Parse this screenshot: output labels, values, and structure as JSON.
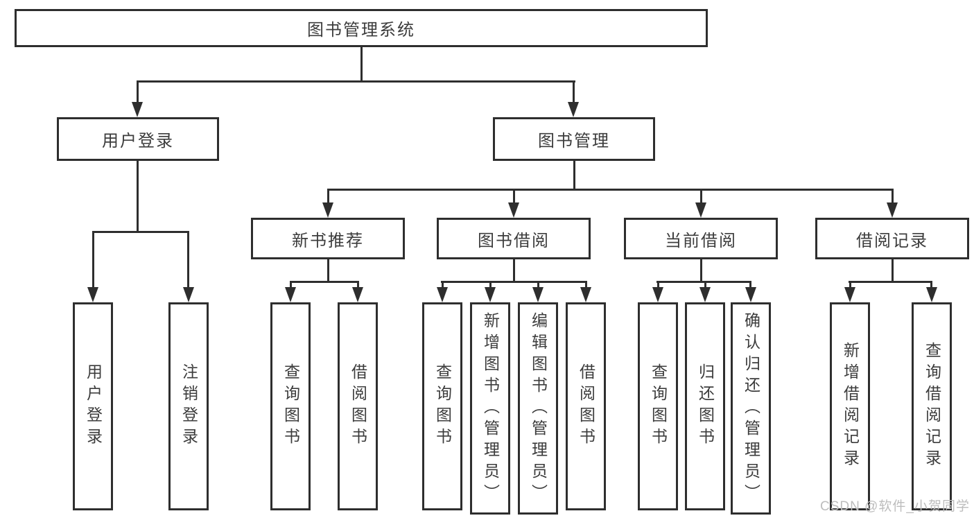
{
  "diagram": {
    "root": {
      "label": "图书管理系统"
    },
    "level2": [
      {
        "label": "用户登录",
        "children": [
          {
            "label": "用户登录"
          },
          {
            "label": "注销登录"
          }
        ]
      },
      {
        "label": "图书管理",
        "children": [
          {
            "label": "新书推荐",
            "children": [
              {
                "label": "查询图书"
              },
              {
                "label": "借阅图书"
              }
            ]
          },
          {
            "label": "图书借阅",
            "children": [
              {
                "label": "查询图书"
              },
              {
                "label": "新增图书（管理员）"
              },
              {
                "label": "编辑图书（管理员）"
              },
              {
                "label": "借阅图书"
              }
            ]
          },
          {
            "label": "当前借阅",
            "children": [
              {
                "label": "查询图书"
              },
              {
                "label": "归还图书"
              },
              {
                "label": "确认归还（管理员）"
              }
            ]
          },
          {
            "label": "借阅记录",
            "children": [
              {
                "label": "新增借阅记录"
              },
              {
                "label": "查询借阅记录"
              }
            ]
          }
        ]
      }
    ]
  },
  "watermark": {
    "text": "CSDN @软件_小贺同学"
  },
  "colors": {
    "line": "#2e2e2e",
    "text": "#3c3c3c",
    "box_background": "#ffffff",
    "page_background": "#ffffff",
    "watermark": "#bdbdbd"
  }
}
